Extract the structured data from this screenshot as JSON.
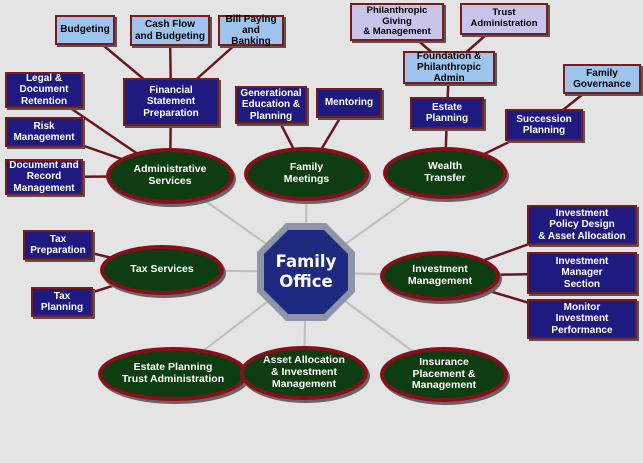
{
  "center": {
    "title": "Family\nOffice"
  },
  "hubs": [
    {
      "id": "admin",
      "label": "Administrative\nServices"
    },
    {
      "id": "meetings",
      "label": "Family\nMeetings"
    },
    {
      "id": "wealth",
      "label": "Wealth\nTransfer"
    },
    {
      "id": "tax",
      "label": "Tax Services"
    },
    {
      "id": "invest",
      "label": "Investment\nManagement"
    },
    {
      "id": "estate_trust",
      "label": "Estate Planning\nTrust Administration"
    },
    {
      "id": "asset",
      "label": "Asset Allocation\n& Investment\nManagement"
    },
    {
      "id": "insurance",
      "label": "Insurance\nPlacement &\nManagement"
    }
  ],
  "boxes": [
    {
      "id": "budgeting",
      "label": "Budgeting"
    },
    {
      "id": "cashflow",
      "label": "Cash Flow\nand Budgeting"
    },
    {
      "id": "billpay",
      "label": "Bill Paying\nand Banking"
    },
    {
      "id": "fsp",
      "label": "Financial\nStatement\nPreparation"
    },
    {
      "id": "legal",
      "label": "Legal &\nDocument\nRetention"
    },
    {
      "id": "risk",
      "label": "Risk\nManagement"
    },
    {
      "id": "docrec",
      "label": "Document and\nRecord\nManagement"
    },
    {
      "id": "gened",
      "label": "Generational\nEducation &\nPlanning"
    },
    {
      "id": "mentoring",
      "label": "Mentoring"
    },
    {
      "id": "philan",
      "label": "Philanthropic\nGiving\n& Management"
    },
    {
      "id": "trustadmin",
      "label": "Trust\nAdministration"
    },
    {
      "id": "foundation",
      "label": "Foundation &\nPhilanthropic\nAdmin"
    },
    {
      "id": "estateplan",
      "label": "Estate\nPlanning"
    },
    {
      "id": "famgov",
      "label": "Family\nGovernance"
    },
    {
      "id": "succession",
      "label": "Succession\nPlanning"
    },
    {
      "id": "taxprep",
      "label": "Tax\nPreparation"
    },
    {
      "id": "taxplan",
      "label": "Tax\nPlanning"
    },
    {
      "id": "policy",
      "label": "Investment\nPolicy Design\n& Asset Allocation"
    },
    {
      "id": "manager",
      "label": "Investment\nManager\nSection"
    },
    {
      "id": "monitor",
      "label": "Monitor\nInvestment\nPerformance"
    }
  ],
  "colors": {
    "background": "#e4e4e4",
    "oval_fill": "#0d3d10",
    "oval_border": "#8a0e1a",
    "navy_box": "#1e1a80",
    "light_blue_box": "#9ec4ee",
    "lavender_box": "#c7c5ea",
    "hub_fill": "#1d2a80",
    "hub_border": "#8c96a8",
    "connector_center": "#bdbdbd",
    "connector_outer": "#6b1520"
  }
}
